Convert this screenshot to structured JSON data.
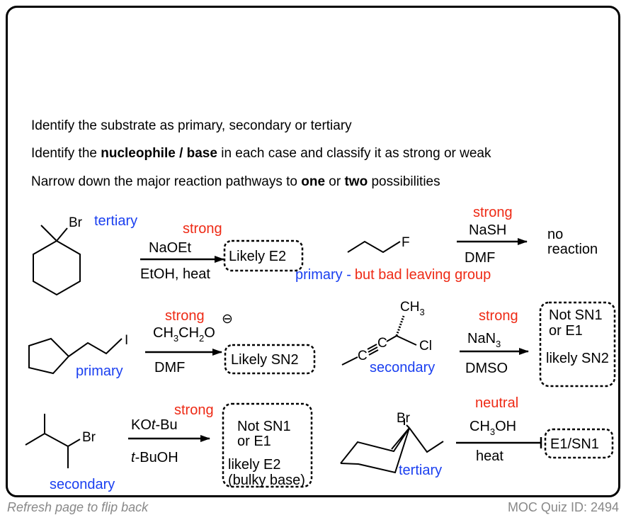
{
  "instructions": {
    "line1": "Identify the substrate as primary, secondary or tertiary",
    "line2_pre": "Identify the ",
    "line2_bold": "nucleophile / base",
    "line2_post": " in each case and classify it as strong or weak",
    "line3_pre": "Narrow down the major reaction pathways to ",
    "line3_bold1": "one",
    "line3_mid": " or ",
    "line3_bold2": "two",
    "line3_post": " possibilities"
  },
  "colors": {
    "blue": "#1a3ff0",
    "red": "#ee2a15",
    "black": "#000000",
    "footer": "#888888"
  },
  "reactions": [
    {
      "substrate_atom": "Br",
      "substrate_class": "tertiary",
      "strength": "strong",
      "reagent": "NaOEt",
      "conditions": "EtOH, heat",
      "outcome": [
        "Likely E2"
      ]
    },
    {
      "substrate_atom": "F",
      "substrate_class_blue": "primary -",
      "substrate_class_red": "but bad leaving group",
      "strength": "strong",
      "reagent": "NaSH",
      "conditions": "DMF",
      "outcome": [
        "no",
        "reaction"
      ]
    },
    {
      "substrate_atom": "I",
      "substrate_class": "primary",
      "strength": "strong",
      "reagent_parts": [
        "CH",
        "3",
        "CH",
        "2",
        "O"
      ],
      "charge": "⊖",
      "conditions": "DMF",
      "outcome": [
        "Likely SN2"
      ]
    },
    {
      "substrate_atoms": {
        "methyl": "CH",
        "methyl_sub": "3",
        "halogen": "Cl",
        "c1": "C",
        "c2": "C"
      },
      "substrate_class": "secondary",
      "strength": "strong",
      "reagent": "NaN",
      "reagent_sub": "3",
      "conditions": "DMSO",
      "outcome": [
        "Not SN1",
        "or E1",
        "likely SN2"
      ]
    },
    {
      "substrate_atom": "Br",
      "substrate_class": "secondary",
      "strength": "strong",
      "reagent_pre": "KO",
      "reagent_italic": "t",
      "reagent_post": "-Bu",
      "conditions_italic": "t",
      "conditions_post": "-BuOH",
      "outcome": [
        "Not SN1",
        "or E1",
        "likely E2",
        "(bulky base)"
      ]
    },
    {
      "substrate_atom": "Br",
      "substrate_class": "tertiary",
      "strength": "neutral",
      "reagent": "CH",
      "reagent_sub": "3",
      "reagent_post": "OH",
      "conditions": "heat",
      "outcome": [
        "E1/SN1"
      ]
    }
  ],
  "footer": {
    "left": "Refresh page to flip back",
    "right": "MOC Quiz ID: 2494"
  }
}
